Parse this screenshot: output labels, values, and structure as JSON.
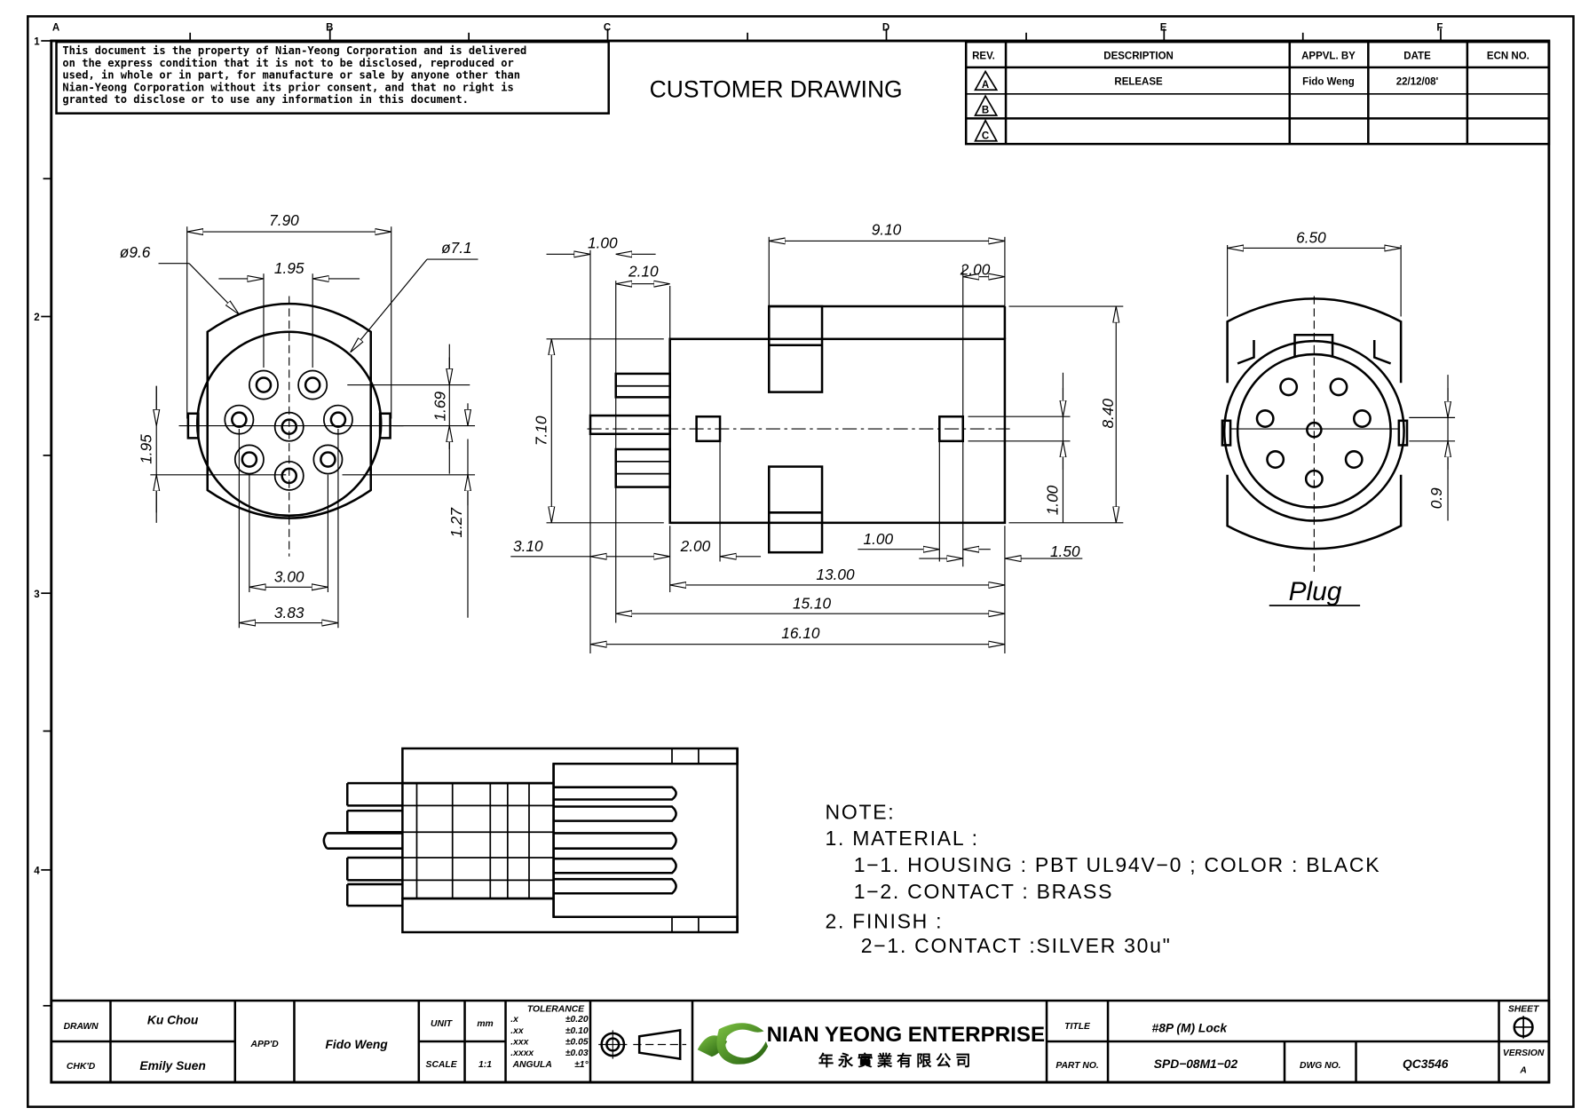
{
  "frame": {
    "column_zones": [
      "A",
      "B",
      "C",
      "D",
      "E",
      "F"
    ],
    "row_zones": [
      "1",
      "2",
      "3",
      "4"
    ]
  },
  "disclaimer": {
    "lines": [
      "This document is the property of Nian-Yeong Corporation and is delivered",
      "on  the  express condition that it is not to be disclosed, reproduced or",
      "used, in whole or in part, for manufacture or sale by anyone other than",
      "Nian-Yeong Corporation without  its prior consent, and that  no right  is",
      "granted to disclose or to use any information in this  document."
    ]
  },
  "heading": "CUSTOMER  DRAWING",
  "revision_table": {
    "headers": [
      "REV.",
      "DESCRIPTION",
      "APPVL. BY",
      "DATE",
      "ECN NO."
    ],
    "rows": [
      {
        "rev": "A",
        "description": "RELEASE",
        "approved_by": "Fido Weng",
        "date": "22/12/08'",
        "ecn": ""
      },
      {
        "rev": "B",
        "description": "",
        "approved_by": "",
        "date": "",
        "ecn": ""
      },
      {
        "rev": "C",
        "description": "",
        "approved_by": "",
        "date": "",
        "ecn": ""
      }
    ]
  },
  "front_view": {
    "dims": {
      "width_top": "7.90",
      "outer_dia": "ø9.6",
      "inner_dia": "ø7.1",
      "pin_pitch_top": "1.95",
      "left_vert": "1.95",
      "right_upper": "1.69",
      "right_lower": "1.27",
      "bottom_inner": "3.00",
      "bottom_outer": "3.83"
    }
  },
  "side_view": {
    "dims": {
      "pin_tip": "1.00",
      "pin_len": "2.10",
      "body_top": "9.10",
      "right_top": "2.00",
      "height_left": "7.10",
      "height_right": "8.40",
      "right_small": "1.00",
      "left_offset": "3.10",
      "left_inner": "2.00",
      "bottom_small": "1.00",
      "right_offset": "1.50",
      "total_13": "13.00",
      "total_15": "15.10",
      "total_16": "16.10"
    }
  },
  "plug_view": {
    "dims": {
      "width": "6.50",
      "slot": "0.9"
    },
    "label": "Plug"
  },
  "notes": {
    "title": "NOTE:",
    "lines": [
      "1.  MATERIAL  :",
      "1−1.  HOUSING  :  PBT  UL94V−0  ;  COLOR  :  BLACK",
      "1−2.  CONTACT  :  BRASS",
      "2.  FINISH  :",
      "2−1.  CONTACT  :SILVER  30u\""
    ]
  },
  "title_block": {
    "drawn_label": "DRAWN",
    "drawn_by": "Ku  Chou",
    "checked_label": "CHK'D",
    "checked_by": "Emily  Suen",
    "approved_label": "APP'D",
    "approved_by": "Fido  Weng",
    "unit_label": "UNIT",
    "unit": "mm",
    "scale_label": "SCALE",
    "scale": "1:1",
    "tolerance": {
      "title": "TOLERANCE",
      "rows": [
        {
          "k": ".x",
          "v": "±0.20"
        },
        {
          "k": ".xx",
          "v": "±0.10"
        },
        {
          "k": ".xxx",
          "v": "±0.05"
        },
        {
          "k": ".xxxx",
          "v": "±0.03"
        },
        {
          "k": "ANGULA",
          "v": "±1°"
        }
      ]
    },
    "company_en": "NIAN YEONG ENTERPRISE",
    "company_zh": "年 永 實 業 有 限 公 司",
    "logo_color": "#3f8a1c",
    "title_label": "TITLE",
    "title": "#8P  (M)  Lock",
    "part_label": "PART NO.",
    "part_no": "SPD−08M1−02",
    "dwg_label": "DWG NO.",
    "dwg_no": "QC3546",
    "sheet_label": "SHEET",
    "version_label": "VERSION",
    "version": "A"
  }
}
